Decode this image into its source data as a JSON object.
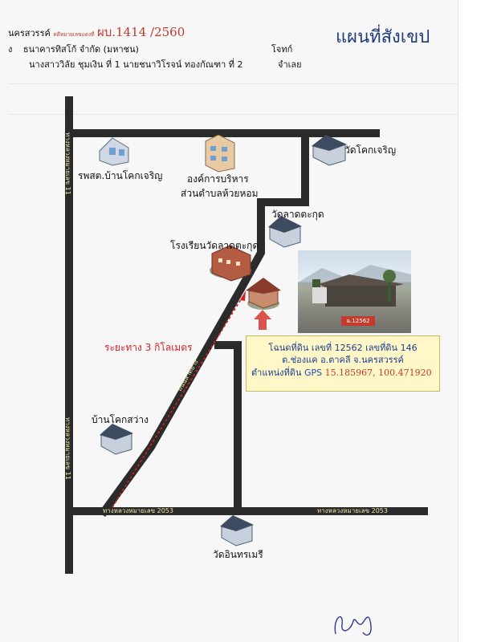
{
  "header": {
    "row1": {
      "province": "นครสวรรค์",
      "case_label": "คดีหมายเลขแดงที่",
      "case_prefix": "ผบ.",
      "case_number": "1414 /2560"
    },
    "row2": {
      "left_mark": "ง",
      "plaintiff": "ธนาคารทิสโก้ จำกัด (มหาชน)",
      "role": "โจทก์"
    },
    "row3": {
      "defendants": "นางสาววิลัย ชุมเงิน ที่ 1 นายชนาวิโรจน์ ทองกัณฑา ที่ 2",
      "role": "จำเลย"
    },
    "title": "แผนที่สังเขป"
  },
  "map": {
    "landmarks": {
      "hospital": "รพสต.บ้านโคกเจริญ",
      "sao_line1": "องค์การบริหาร",
      "sao_line2": "ส่วนตำบลห้วยหอม",
      "temple_khok_charoen": "วัดโคกเจริญ",
      "temple_lat_takhut": "วัดลาดตะกุด",
      "school": "โรงเรียนวัดลาดตะกุด",
      "village": "บ้านโคกสว่าง",
      "temple_inthra": "วัดอินทรเมรี"
    },
    "distance_label": "ระยะทาง 3 กิโลเมตร",
    "roads": {
      "left_vertical_top": "ทางหลวงหมายเลข 11",
      "left_vertical_bottom": "ทางหลวงหมายเลข 11",
      "bottom_left": "ทางหลวงหมายเลข 2053",
      "bottom_right": "ทางหลวงหมายเลข 2053",
      "diagonal": "ถนนลาดยาง"
    },
    "photo_tag": "ฉ.12562"
  },
  "info_box": {
    "line1": "โฉนดที่ดิน เลขที่  12562   เลขที่ดิน  146",
    "line2": "ต.ช่องแค อ.ตาคลี จ.นครสวรรค์",
    "gps_label": "ตำแหน่งที่ดิน",
    "gps_key": "GPS",
    "gps_value": "15.185967, 100.471920"
  },
  "colors": {
    "road": "#2b2b2b",
    "title": "#1f3a7a",
    "case_number": "#c0392b",
    "distance": "#d62020",
    "info_background": "#fff7c8",
    "marker_arrow": "#d9534f"
  }
}
